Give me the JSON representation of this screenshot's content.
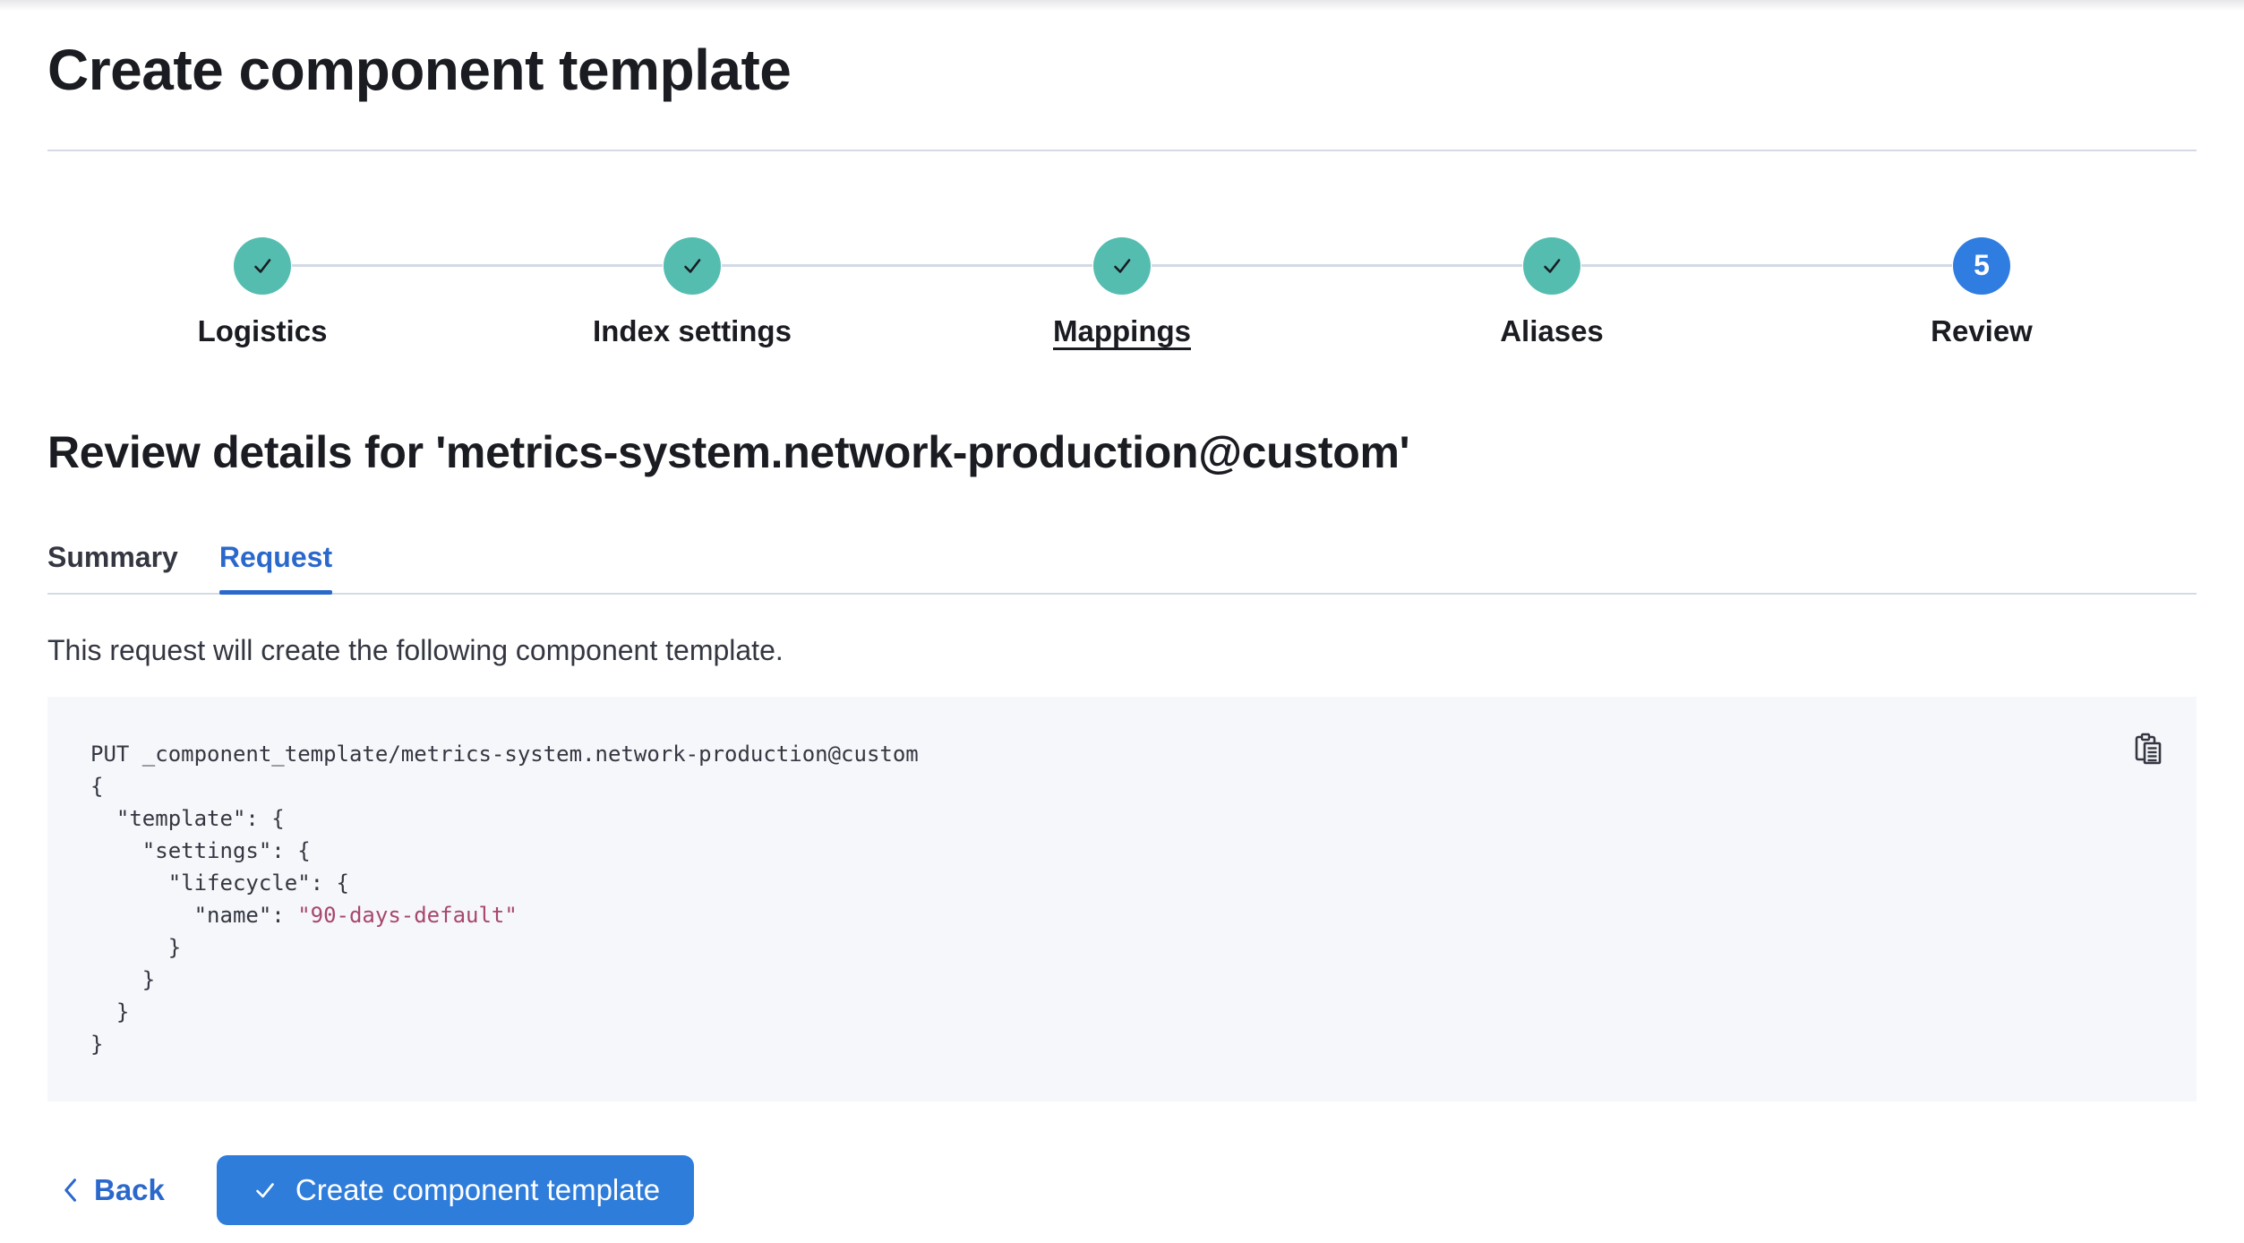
{
  "page": {
    "title": "Create component template"
  },
  "stepper": {
    "steps": [
      {
        "label": "Logistics",
        "status": "complete",
        "icon": "check-icon"
      },
      {
        "label": "Index settings",
        "status": "complete",
        "icon": "check-icon"
      },
      {
        "label": "Mappings",
        "status": "complete",
        "icon": "check-icon",
        "underlined": true
      },
      {
        "label": "Aliases",
        "status": "complete",
        "icon": "check-icon"
      },
      {
        "label": "Review",
        "status": "current",
        "number": "5"
      }
    ]
  },
  "review": {
    "heading": "Review details for 'metrics-system.network-production@custom'"
  },
  "tabs": [
    {
      "label": "Summary",
      "selected": false
    },
    {
      "label": "Request",
      "selected": true
    }
  ],
  "request_view": {
    "description": "This request will create the following component template.",
    "copy_icon": "copy-clipboard-icon",
    "code_lines": [
      [
        {
          "text": "PUT _component_template/metrics-system.network-production@custom",
          "type": "default"
        }
      ],
      [
        {
          "text": "{",
          "type": "default"
        }
      ],
      [
        {
          "text": "  \"template\": {",
          "type": "default"
        }
      ],
      [
        {
          "text": "    \"settings\": {",
          "type": "default"
        }
      ],
      [
        {
          "text": "      \"lifecycle\": {",
          "type": "default"
        }
      ],
      [
        {
          "text": "        \"name\": ",
          "type": "default"
        },
        {
          "text": "\"90-days-default\"",
          "type": "string"
        }
      ],
      [
        {
          "text": "      }",
          "type": "default"
        }
      ],
      [
        {
          "text": "    }",
          "type": "default"
        }
      ],
      [
        {
          "text": "  }",
          "type": "default"
        }
      ],
      [
        {
          "text": "}",
          "type": "default"
        }
      ]
    ]
  },
  "footer": {
    "back_label": "Back",
    "back_icon": "chevron-left-icon",
    "submit_label": "Create component template",
    "submit_icon": "check-icon"
  },
  "colors": {
    "step_complete": "#54BDB0",
    "step_current": "#2F7DE0",
    "link": "#2B68CC",
    "button": "#2F7DDB",
    "divider": "#D3DAE6",
    "code_background": "#F6F7FA",
    "code_text": "#343741",
    "code_string": "#A7486B",
    "heading_text": "#1A1C21"
  }
}
